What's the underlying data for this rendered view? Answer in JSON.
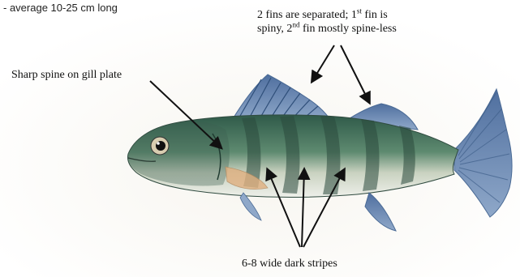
{
  "size_note": "- average 10-25 cm long",
  "fins_note": {
    "line1_before": "2 fins are separated; 1",
    "line1_sup": "st",
    "line1_after": " fin is",
    "line2_before": "spiny, 2",
    "line2_sup": "nd",
    "line2_after": " fin mostly spine-less"
  },
  "gill_note": "Sharp spine on gill plate",
  "stripes_note": "6-8 wide dark stripes",
  "colors": {
    "body_green": "#3f6a57",
    "belly": "#e7ebe2",
    "fin_blue": "#6f8fb8",
    "stripe": "#2b4a3d",
    "arrow": "#111111"
  }
}
